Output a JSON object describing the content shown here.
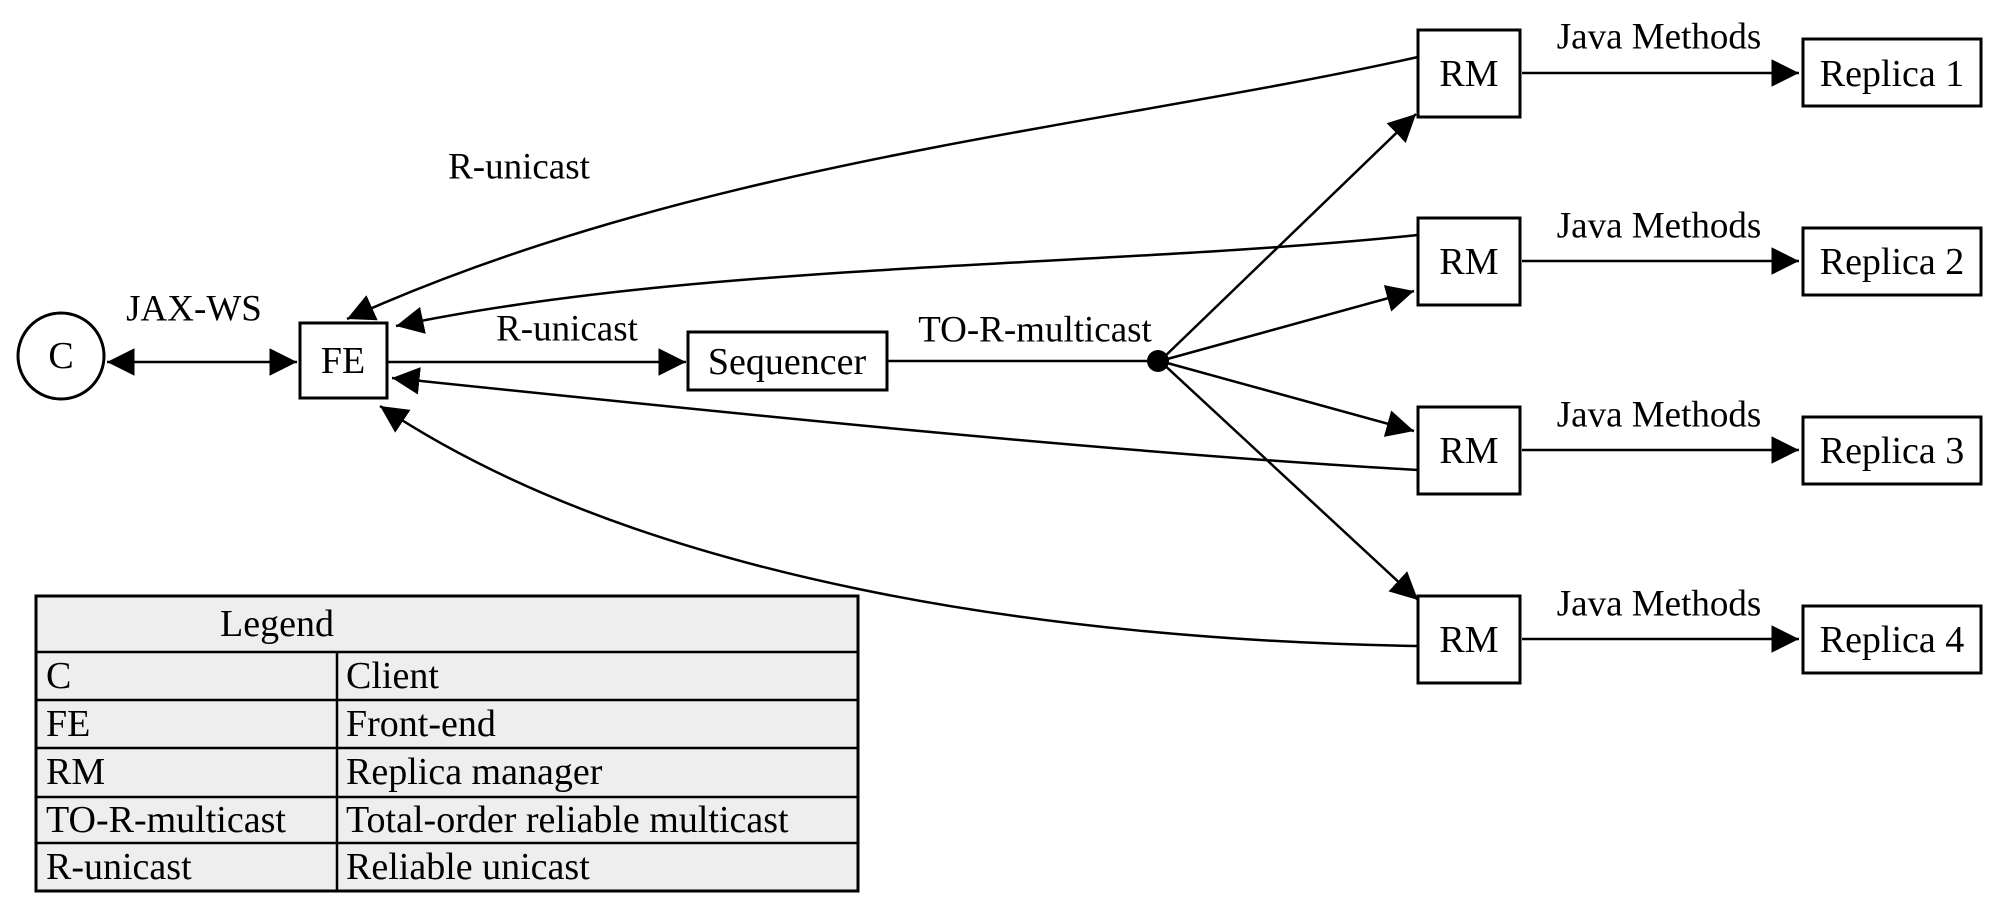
{
  "diagram": {
    "nodes": {
      "client": "C",
      "front_end": "FE",
      "sequencer": "Sequencer",
      "rm": "RM",
      "replicas": [
        "Replica 1",
        "Replica 2",
        "Replica 3",
        "Replica 4"
      ]
    },
    "edge_labels": {
      "jax_ws": "JAX-WS",
      "r_unicast_top": "R-unicast",
      "r_unicast_mid": "R-unicast",
      "to_r_multicast": "TO-R-multicast",
      "java_methods": "Java Methods"
    }
  },
  "legend": {
    "title": "Legend",
    "rows": [
      {
        "term": "C",
        "definition": "Client"
      },
      {
        "term": "FE",
        "definition": "Front-end"
      },
      {
        "term": "RM",
        "definition": "Replica manager"
      },
      {
        "term": "TO-R-multicast",
        "definition": "Total-order reliable multicast"
      },
      {
        "term": "R-unicast",
        "definition": "Reliable unicast"
      }
    ]
  },
  "colors": {
    "stroke": "#000000",
    "background": "#ffffff",
    "legend_background": "#eeeeee"
  }
}
